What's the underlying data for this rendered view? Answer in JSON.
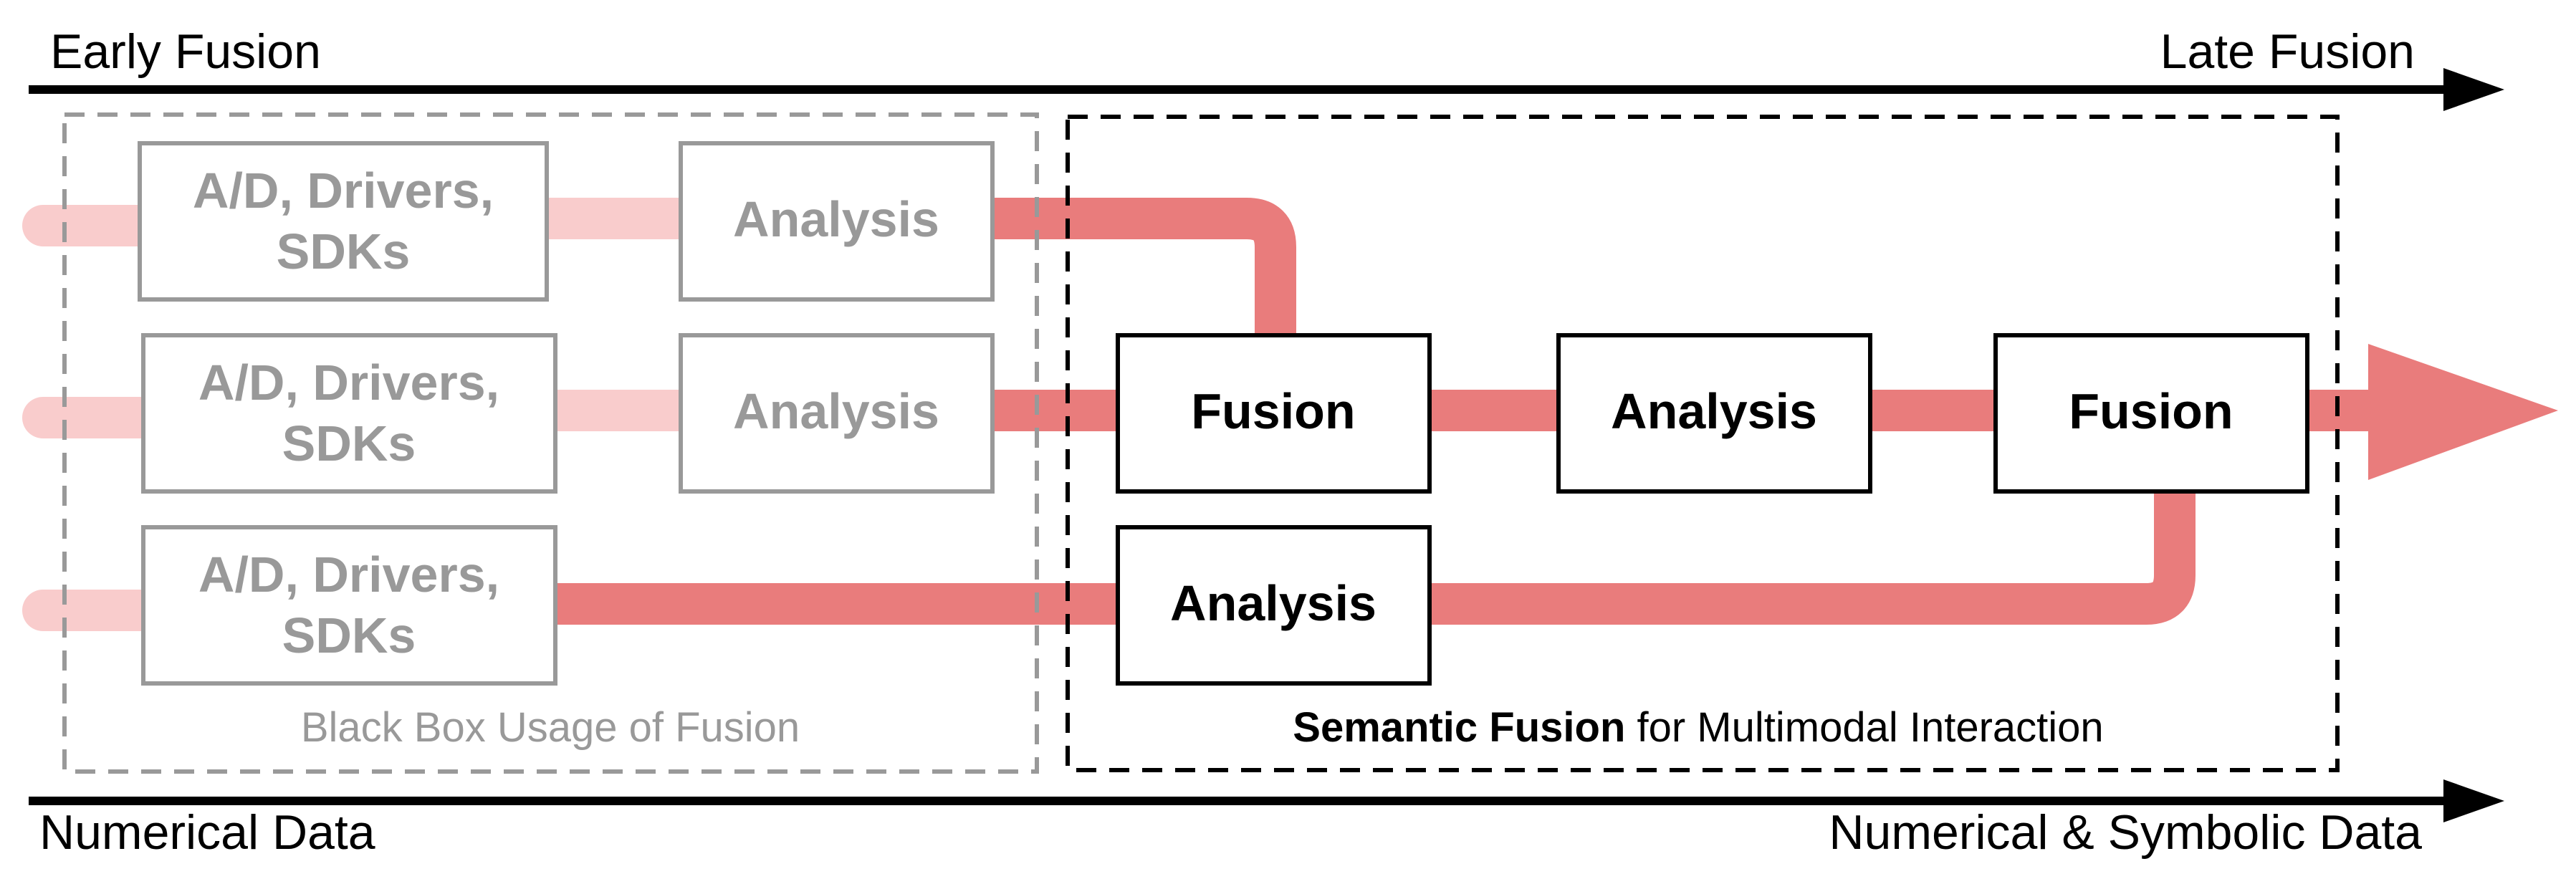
{
  "axes": {
    "top_left": "Early Fusion",
    "top_right": "Late Fusion",
    "bottom_left": "Numerical Data",
    "bottom_right": "Numerical & Symbolic Data"
  },
  "black_box": {
    "caption": "Black Box Usage of Fusion",
    "drivers": [
      {
        "line1": "A/D, Drivers,",
        "line2": "SDKs"
      },
      {
        "line1": "A/D, Drivers,",
        "line2": "SDKs"
      },
      {
        "line1": "A/D, Drivers,",
        "line2": "SDKs"
      }
    ],
    "analysis": [
      "Analysis",
      "Analysis"
    ]
  },
  "semantic": {
    "caption_bold": "Semantic Fusion",
    "caption_rest": " for Multimodal Interaction",
    "fusion_1": "Fusion",
    "analysis_mid": "Analysis",
    "fusion_2": "Fusion",
    "analysis_bottom": "Analysis"
  },
  "colors": {
    "pipe": "#e97c7c",
    "pipe_faded": "#f9cccc",
    "box_faded": "#999999",
    "box": "#000000"
  }
}
